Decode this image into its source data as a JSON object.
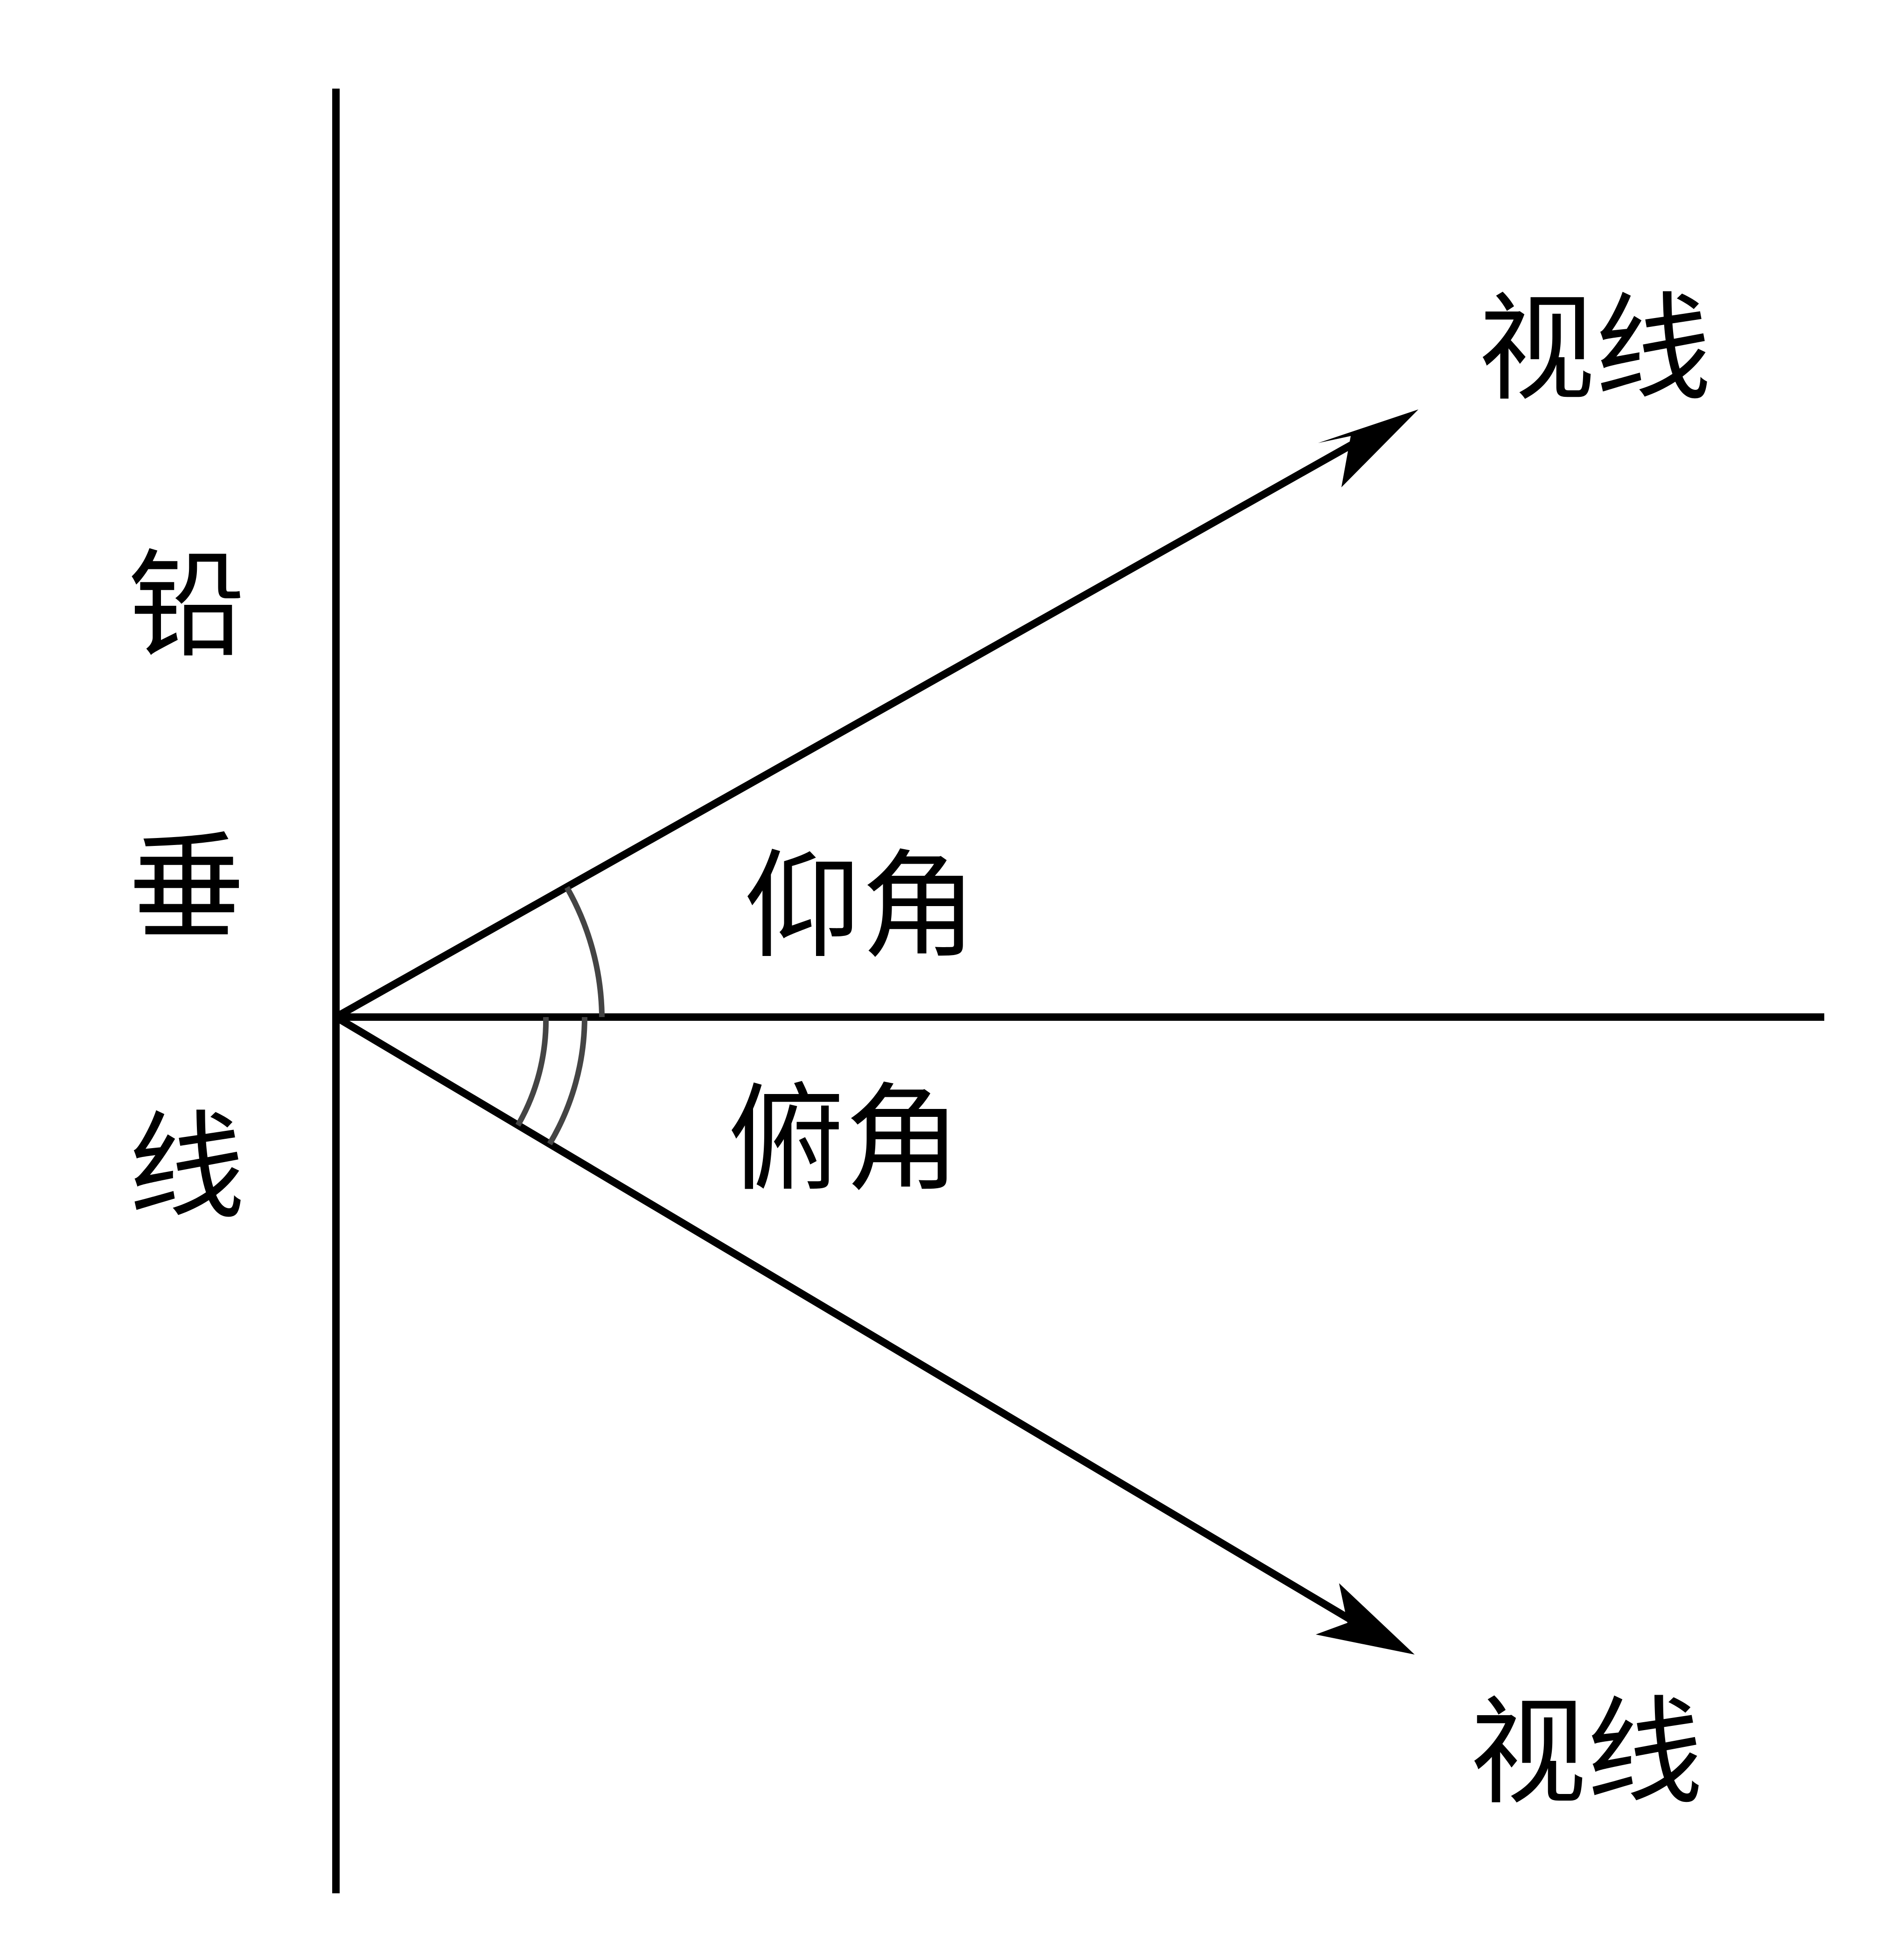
{
  "labels": {
    "upper_sight_line": "视线",
    "lower_sight_line": "视线",
    "elevation_angle": "仰角",
    "depression_angle": "俯角",
    "vertical_line": [
      "铅",
      "垂",
      "线"
    ]
  },
  "colors": {
    "line": "#000000",
    "angle_arc": "#444444",
    "background": "#ffffff"
  }
}
